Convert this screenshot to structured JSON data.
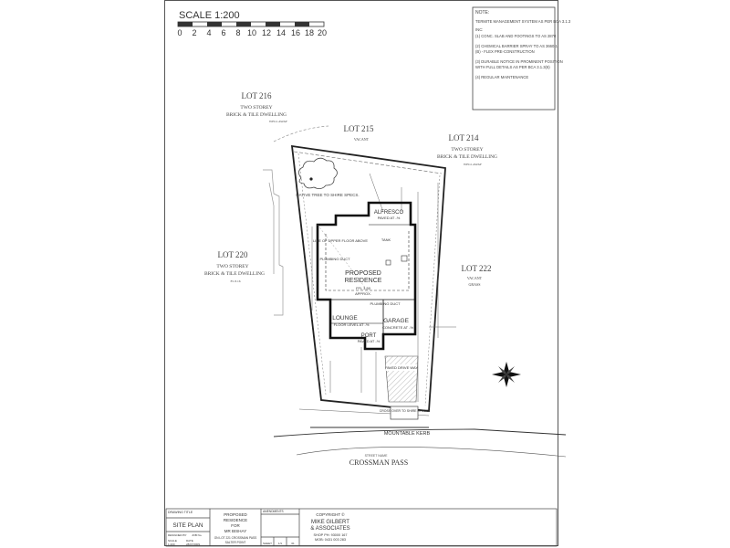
{
  "scale": {
    "label": "SCALE 1:200",
    "ticks": [
      "0",
      "2",
      "4",
      "6",
      "8",
      "10",
      "12",
      "14",
      "16",
      "18",
      "20"
    ]
  },
  "notes": {
    "title": "NOTE:",
    "lines": [
      "TERMITE MANAGEMENT SYSTEM AS PER BCA 3.1.3",
      "INC:",
      "(1) CONC. SLAB AND FOOTINGS TO AS 2870",
      "(2) CHEMICAL BARRIER SPRAY TO AS 3660.1",
      "(B) - FLEX PRE-CONSTRUCTION",
      "(3) DURABLE NOTICE IN PROMINENT POSITION",
      "WITH FULL DETAILS AS PER BCA 3.1.3(6)",
      "(4) REGULAR MAINTENANCE"
    ]
  },
  "lots": {
    "lot216": {
      "name": "LOT 216",
      "l1": "TWO STOREY",
      "l2": "BRICK & TILE DWELLING",
      "l3": "WELL AWAY"
    },
    "lot215": {
      "name": "LOT 215",
      "l1": "VACANT"
    },
    "lot214": {
      "name": "LOT 214",
      "l1": "TWO STOREY",
      "l2": "BRICK & TILE DWELLING",
      "l3": "WELL AWAY"
    },
    "lot220": {
      "name": "LOT 220",
      "l1": "TWO STOREY",
      "l2": "BRICK & TILE DWELLING",
      "l3": "FL 8.16"
    },
    "lot222": {
      "name": "LOT 222",
      "l1": "VACANT",
      "l2": "GRASS"
    }
  },
  "plan": {
    "tree_note": "NATIVE TREE TO SHIRE SPECS.",
    "alfresco": "ALFRESCO",
    "alfresco_sub": "PAVED AT -%",
    "upper_floor": "LINE OF UPPER FLOOR ABOVE",
    "residence_1": "PROPOSED",
    "residence_2": "RESIDENCE",
    "fl": "FFL 3.50",
    "approx": "APPROX.",
    "plumbing": "PLUMBING DUCT",
    "tank": "TANK",
    "lounge": "LOUNGE",
    "lounge_sub": "FLOOR LEVEL AT -%",
    "garage": "GARAGE",
    "garage_sub": "CONCRETE AT -%",
    "port": "PORT",
    "port_sub": "PAVED AT -%",
    "driveway": "PAVED DRIVE WAY",
    "crossover": "CROSS OVER TO SHIRE SPECS.",
    "kerb": "MOUNTABLE KERB",
    "street": "CROSSMAN PASS",
    "street_sub": "STREET NAME"
  },
  "title_block": {
    "drawing_title_label": "DRAWING TITLE",
    "drawing_title": "SITE PLAN",
    "drawn_by": "DESIGNED BY",
    "job_no": "JOB No.",
    "scale_lbl": "SCALE",
    "scale_val": "1:200",
    "date_lbl": "DATE",
    "date_val": "28/07/2009",
    "project_1": "PROPOSED",
    "project_2": "RESIDENCE",
    "project_3": "FOR",
    "project_4": "MR BISHAY",
    "address_1": "ON LOT 221 CROSSMAN PASS",
    "address_2": "SALTER POINT",
    "amendments": "AMENDMENTS",
    "sheet_lbl": "SHEET",
    "sheet_val": "1/1",
    "dwg_lbl": "DWG",
    "dwg_val": "01",
    "copyright": "COPYRIGHT ©",
    "firm_1": "MIKE GILBERT",
    "firm_2": "& ASSOCIATES",
    "shop_ph": "SHOP PH: 93000 167",
    "mobile": "MOB: 0431 003 283"
  }
}
